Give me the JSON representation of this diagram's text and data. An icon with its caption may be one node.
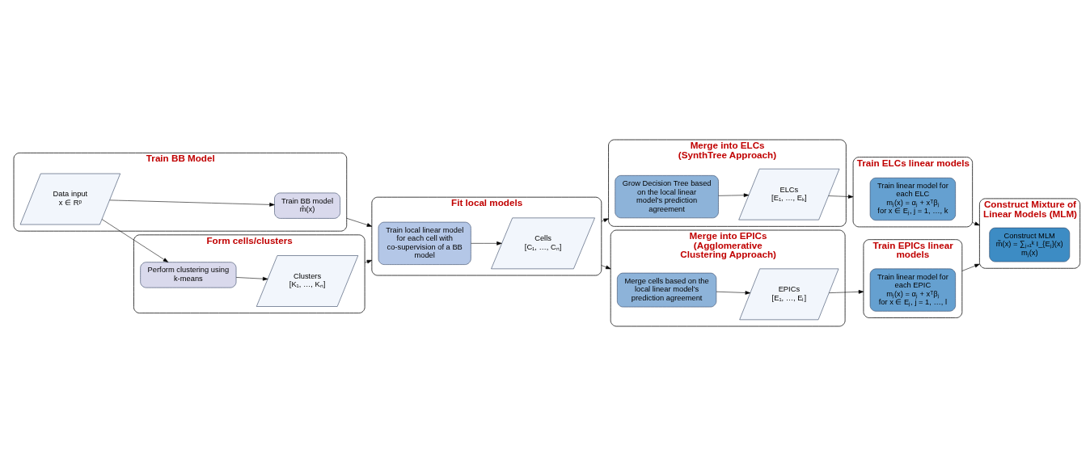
{
  "diagram": {
    "nodes": [
      {
        "text": [
          "Train BB Model"
        ]
      },
      {
        "text": [
          "Data input",
          "x ∈ Rᵖ"
        ],
        "in": 0
      },
      {
        "text": [
          "Train BB model",
          "m̂(x)"
        ],
        "in": 0
      },
      {
        "text": [
          "Form cells/clusters"
        ]
      },
      {
        "text": [
          "Perform clustering using k-means"
        ],
        "in": 3
      },
      {
        "text": [
          "Clusters",
          "[K₁, …, Kₙ]"
        ],
        "in": 3
      },
      {
        "text": [
          "Fit local models"
        ]
      },
      {
        "text": [
          "Train local linear model for each cell with co-supervision of a BB model"
        ],
        "in": 6
      },
      {
        "text": [
          "Cells",
          "[C₁, …, Cₙ]"
        ],
        "in": 6
      },
      {
        "text": [
          "Merge into ELCs (SynthTree Approach)"
        ]
      },
      {
        "text": [
          "Grow Decision Tree based on the local linear model’s prediction agreement"
        ],
        "in": 9
      },
      {
        "text": [
          "ELCs",
          "[E₁, …, Eₖ]"
        ],
        "in": 9
      },
      {
        "text": [
          "Merge into EPICs (Agglomerative Clustering Approach)"
        ]
      },
      {
        "text": [
          "Merge cells based on the local linear model’s prediction agreement"
        ],
        "in": 12
      },
      {
        "text": [
          "EPICs",
          "[E₁, …, Eₗ]"
        ],
        "in": 12
      },
      {
        "text": [
          "Train ELCs linear models"
        ]
      },
      {
        "text": [
          "Train linear model for each ELC",
          "mⱼ(x) = αⱼ + xᵀβⱼ",
          "for x ∈ Eⱼ, j = 1, …, k"
        ],
        "in": 15
      },
      {
        "text": [
          "Train EPICs linear models"
        ]
      },
      {
        "text": [
          "Train linear model for each EPIC",
          "mⱼ(x) = αⱼ + xᵀβⱼ",
          "for x ∈ Eⱼ, j = 1, …, l"
        ],
        "in": 17
      },
      {
        "text": [
          "Construct Mixture of Linear Models (MLM)"
        ]
      },
      {
        "text": [
          "Construct MLM",
          "m̃(x) = ∑ⱼ₌₁ᵏ I_{Eⱼ}(x) mⱼ(x)"
        ],
        "in": 19
      }
    ],
    "edges": [
      {
        "from": 1,
        "to": 2,
        "arrow": "to"
      },
      {
        "from": 1,
        "to": 4,
        "arrow": "to"
      },
      {
        "from": 4,
        "to": 5,
        "arrow": "to"
      },
      {
        "from": 0,
        "to": 6,
        "arrow": "to"
      },
      {
        "from": 3,
        "to": 6,
        "arrow": "to"
      },
      {
        "from": 7,
        "to": 8,
        "arrow": "to"
      },
      {
        "from": 6,
        "to": 9,
        "arrow": "to"
      },
      {
        "from": 6,
        "to": 12,
        "arrow": "to"
      },
      {
        "from": 10,
        "to": 11,
        "arrow": "to"
      },
      {
        "from": 13,
        "to": 14,
        "arrow": "to"
      },
      {
        "from": 11,
        "to": 15,
        "arrow": "to"
      },
      {
        "from": 14,
        "to": 17,
        "arrow": "to"
      },
      {
        "from": 15,
        "to": 19,
        "arrow": "to"
      },
      {
        "from": 17,
        "to": 19,
        "arrow": "to"
      }
    ]
  }
}
